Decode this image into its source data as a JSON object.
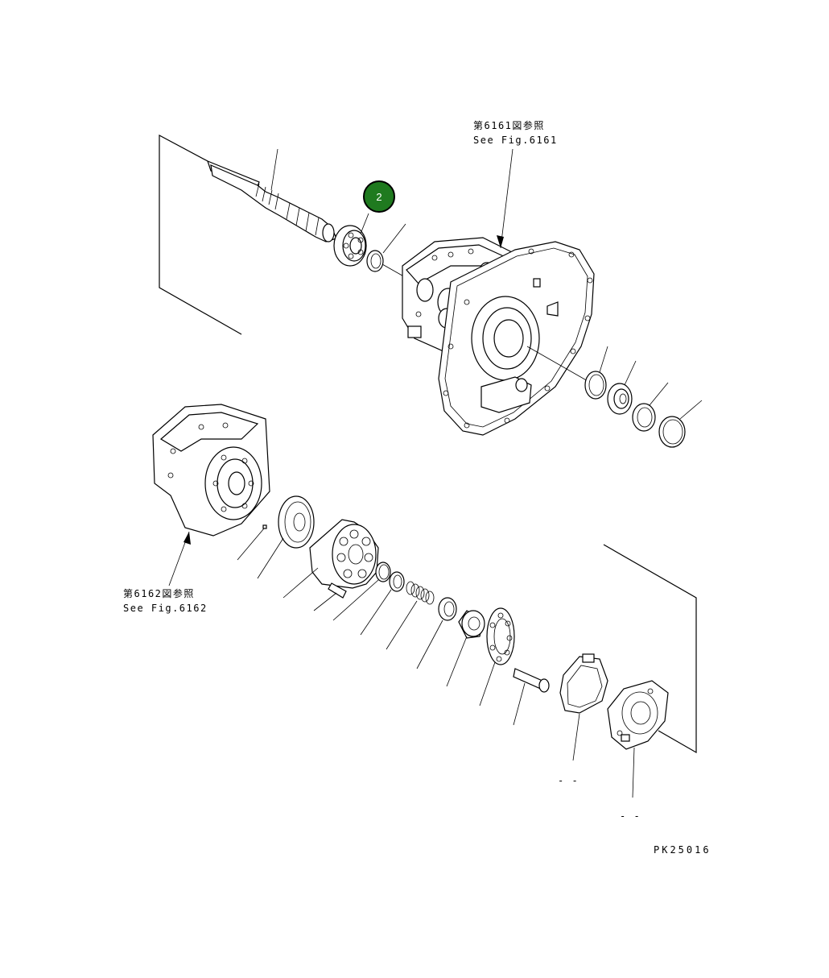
{
  "references": {
    "upper": {
      "jp": "第6161図参照",
      "en": "See Fig.6161"
    },
    "lower": {
      "jp": "第6162図参照",
      "en": "See Fig.6162"
    }
  },
  "callout": {
    "label": "2",
    "color": "#1f7a1f"
  },
  "drawing_code": "PK25016",
  "small_marks": {
    "a": "- -",
    "b": "- -"
  }
}
